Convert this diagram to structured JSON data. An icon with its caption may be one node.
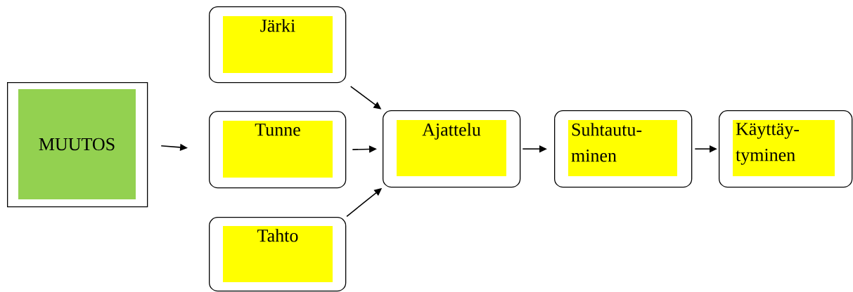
{
  "diagram": {
    "nodes": [
      {
        "text": [
          "MUUTOS"
        ]
      },
      {
        "text": [
          "Järki"
        ]
      },
      {
        "text": [
          "Tunne"
        ]
      },
      {
        "text": [
          "Tahto"
        ]
      },
      {
        "text": [
          "Ajattelu"
        ]
      },
      {
        "text": [
          "Suhtautu- minen"
        ]
      },
      {
        "text": [
          "Käyttäy- tyminen"
        ]
      }
    ],
    "edges": [
      {
        "from": 0,
        "to": 2,
        "arrow": "to"
      },
      {
        "from": 1,
        "to": 4,
        "arrow": "to"
      },
      {
        "from": 2,
        "to": 4,
        "arrow": "to"
      },
      {
        "from": 3,
        "to": 4,
        "arrow": "to"
      },
      {
        "from": 4,
        "to": 5,
        "arrow": "to"
      },
      {
        "from": 5,
        "to": 6,
        "arrow": "to"
      }
    ]
  }
}
